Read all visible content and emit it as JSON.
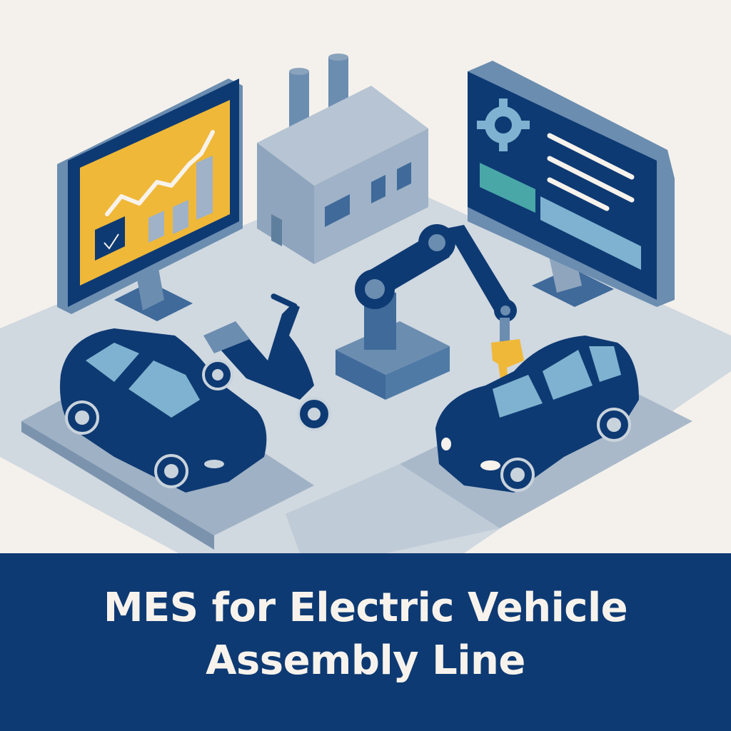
{
  "banner": {
    "title_line1": "MES for Electric Vehicle",
    "title_line2": "Assembly Line"
  },
  "illustration": {
    "elements": [
      "dashboard-monitor",
      "factory-building",
      "settings-monitor",
      "robotic-arm",
      "car-left",
      "scooter",
      "car-right"
    ],
    "dashboard_monitor": {
      "screen": [
        "line-chart",
        "bar-chart",
        "checkbox-checked"
      ]
    },
    "settings_monitor": {
      "screen": [
        "gear-icon",
        "text-lines",
        "teal-bar",
        "blue-bar"
      ]
    }
  },
  "colors": {
    "background": "#f4f1ec",
    "navy": "#0e3a73",
    "slate": "#6b8db0",
    "floor": "#c9d3dc",
    "floor_dark": "#9fb1c4",
    "yellow": "#f0b838",
    "teal": "#4aa7a8",
    "light_blue": "#7fb2d0",
    "cream": "#f7f3ec"
  }
}
